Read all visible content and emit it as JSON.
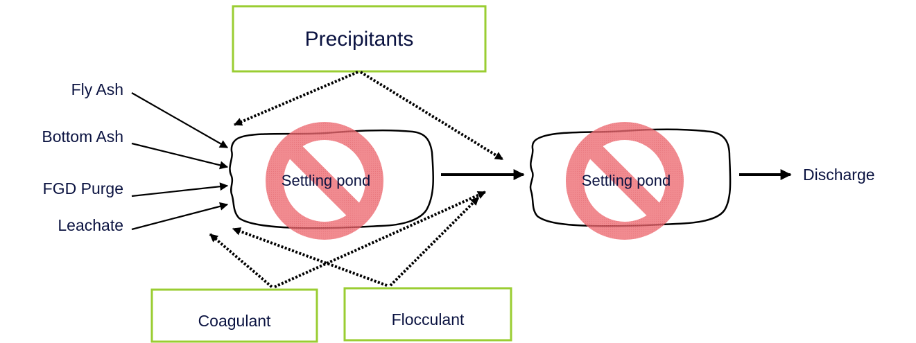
{
  "diagram": {
    "inputs": {
      "fly_ash": "Fly Ash",
      "bottom_ash": "Bottom Ash",
      "fgd_purge": "FGD Purge",
      "leachate": "Leachate"
    },
    "chemicals": {
      "precipitants": "Precipitants",
      "coagulant": "Coagulant",
      "flocculant": "Flocculant"
    },
    "ponds": {
      "pond1": "Settling pond",
      "pond2": "Settling pond"
    },
    "output": "Discharge"
  },
  "colors": {
    "box_border": "#9acd32",
    "prohibition_red": "#ee6b72",
    "text": "#0a1240"
  },
  "icons": [
    "no-entry-sign-icon"
  ]
}
